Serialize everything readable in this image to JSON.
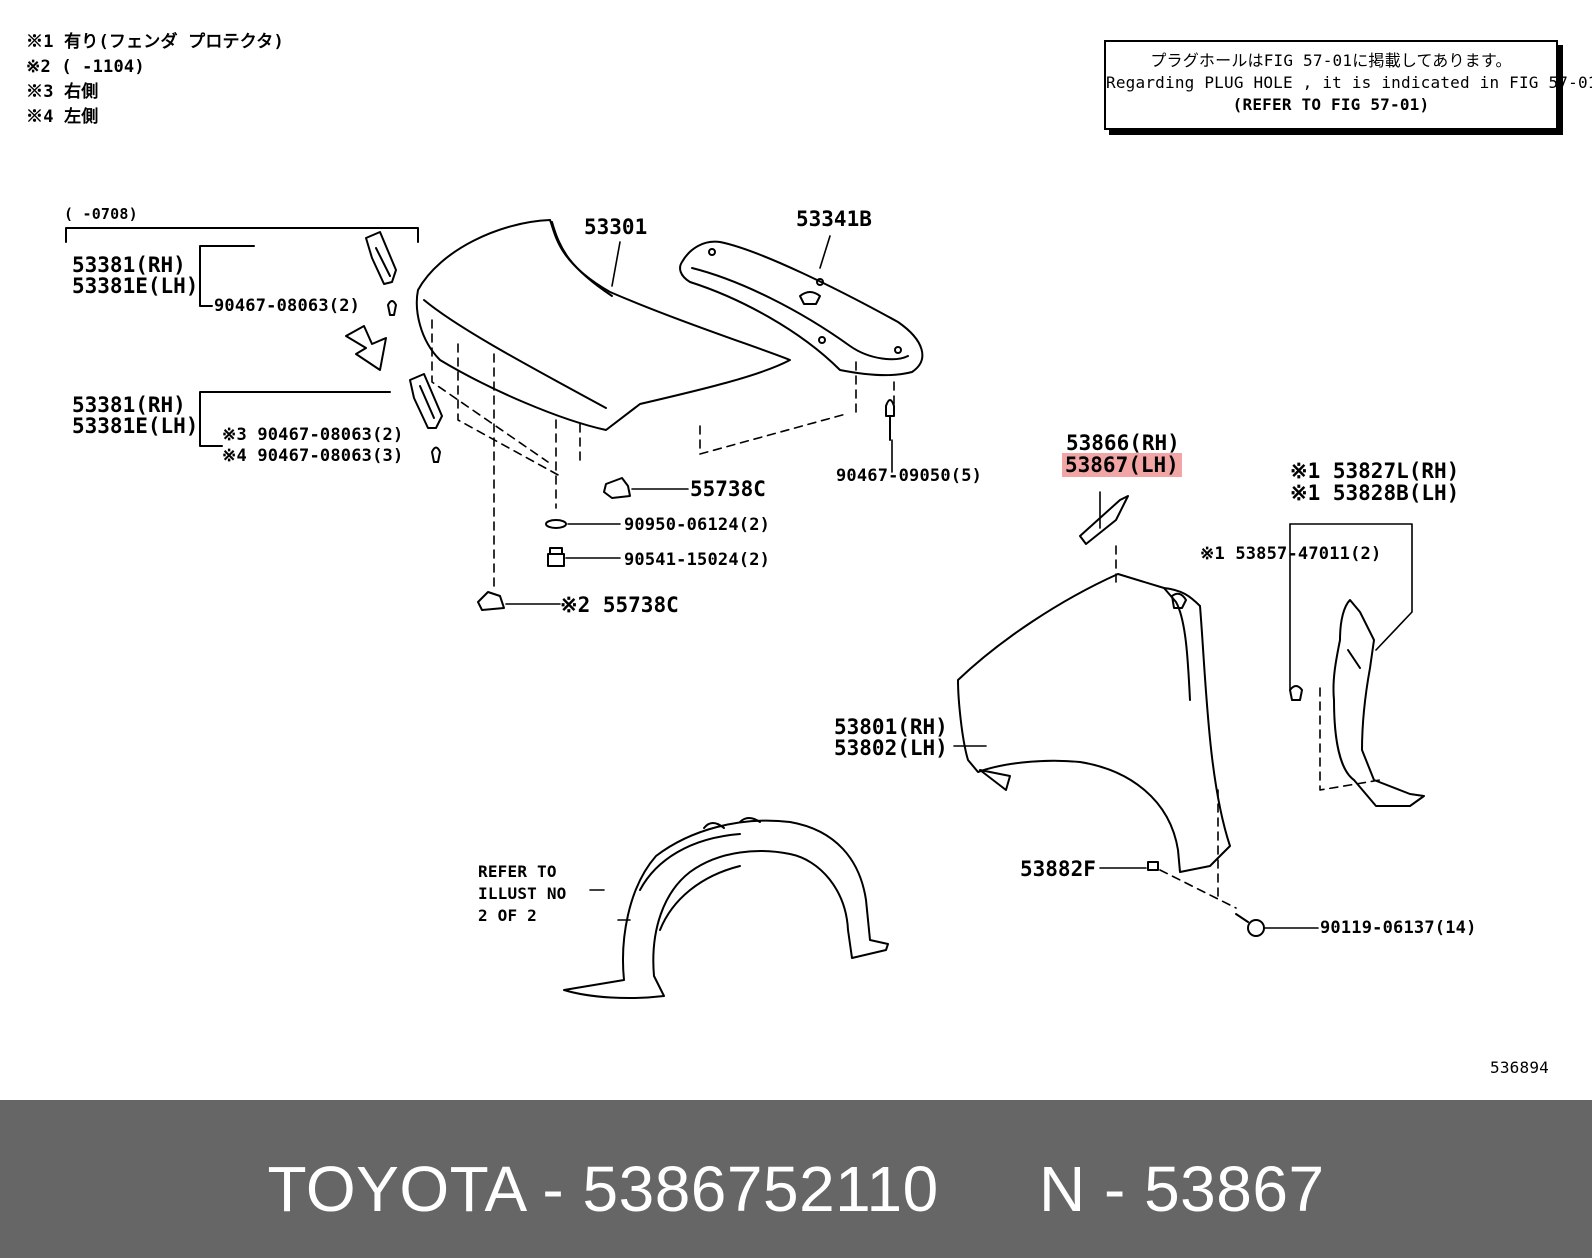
{
  "notes": {
    "n1": "※1 有り(フェンダ プロテクタ)",
    "n2": "※2 (      -1104)",
    "n3": "※3 右側",
    "n4": "※4 左側"
  },
  "info_box": {
    "jp": "プラグホールはFIG 57-01に掲載してあります。",
    "en": "Regarding PLUG HOLE , it is indicated in FIG 57-01",
    "ref": "(REFER TO FIG 57-01)"
  },
  "labels": {
    "range_0708": "(      -0708)",
    "p53381_rh_a": "53381(RH)",
    "p53381e_lh_a": "53381E(LH)",
    "p90467_08063_2_a": "90467-08063(2)",
    "p53381_rh_b": "53381(RH)",
    "p53381e_lh_b": "53381E(LH)",
    "p90467_08063_2_b": "※3 90467-08063(2)",
    "p90467_08063_3": "※4 90467-08063(3)",
    "p53301": "53301",
    "p53341b": "53341B",
    "p90467_09050": "90467-09050(5)",
    "p55738c_a": "55738C",
    "p90950": "90950-06124(2)",
    "p90541": "90541-15024(2)",
    "p55738c_b": "※2 55738C",
    "p53866": "53866(RH)",
    "p53867": "53867(LH)",
    "p53827l": "※1 53827L(RH)",
    "p53828b": "※1 53828B(LH)",
    "p53857": "※1 53857-47011(2)",
    "p53801": "53801(RH)",
    "p53802": "53802(LH)",
    "p53882f": "53882F",
    "p90119": "90119-06137(14)",
    "refer_1": "REFER TO",
    "refer_2": "ILLUST NO",
    "refer_3": "2 OF 2",
    "diagram_no": "536894"
  },
  "highlight_color": "#f2a5a5",
  "footer": {
    "brand": "TOYOTA",
    "part_number": "5386752110",
    "separator": "-",
    "n_label": "N",
    "ref_code": "53867",
    "background": "#666666",
    "text_color": "#ffffff"
  }
}
